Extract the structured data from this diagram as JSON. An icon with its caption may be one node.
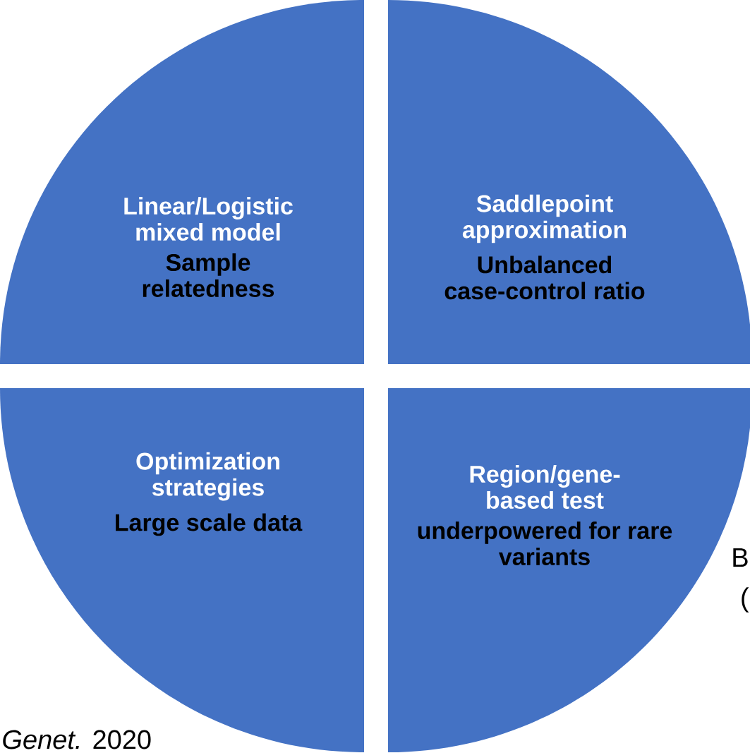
{
  "diagram": {
    "nodes": [
      {
        "text": [
          "Linear/Logistic mixed model",
          "Sample relatedness"
        ]
      },
      {
        "text": [
          "Saddlepoint approximation",
          "Unbalanced case-control ratio"
        ]
      },
      {
        "text": [
          "Optimization strategies",
          "Large scale data"
        ]
      },
      {
        "text": [
          "Region/gene-based test",
          "underpowered for rare variants"
        ]
      }
    ],
    "edges": [],
    "labels": [
      "B",
      "(",
      "*Genet.* 2020"
    ]
  }
}
